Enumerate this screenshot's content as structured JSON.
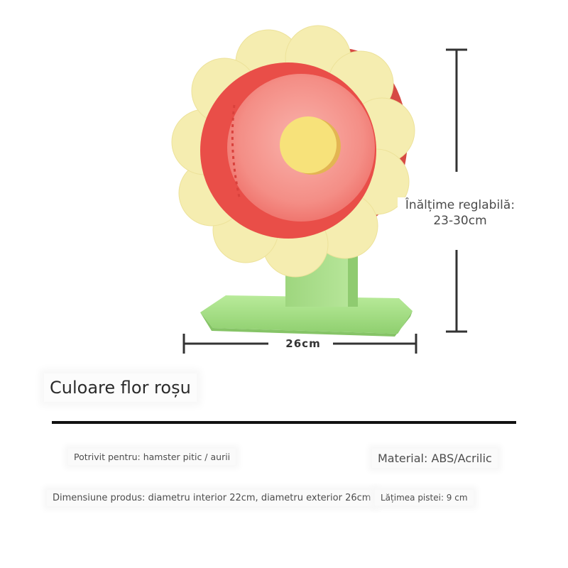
{
  "dimensions": {
    "height_label_line1": "Înălțime reglabilă:",
    "height_label_line2": "23-30cm",
    "width_label": "26cm"
  },
  "product": {
    "color_name": "Culoare flor roșu"
  },
  "specs": {
    "suitable_for": "Potrivit pentru: hamster pitic / aurii",
    "material": "Material: ABS/Acrilic",
    "dimensions": "Dimensiune produs: diametru interior 22cm, diametru exterior 26cm",
    "track_width": "Lățimea pistei: 9 cm"
  },
  "colors": {
    "petal": "#F5EDB0",
    "wheel_red": "#E8504A",
    "wheel_inner": "#F38A85",
    "hub": "#F7E27A",
    "stand_green": "#A9DF8A",
    "dimension_lines": "#333333"
  }
}
